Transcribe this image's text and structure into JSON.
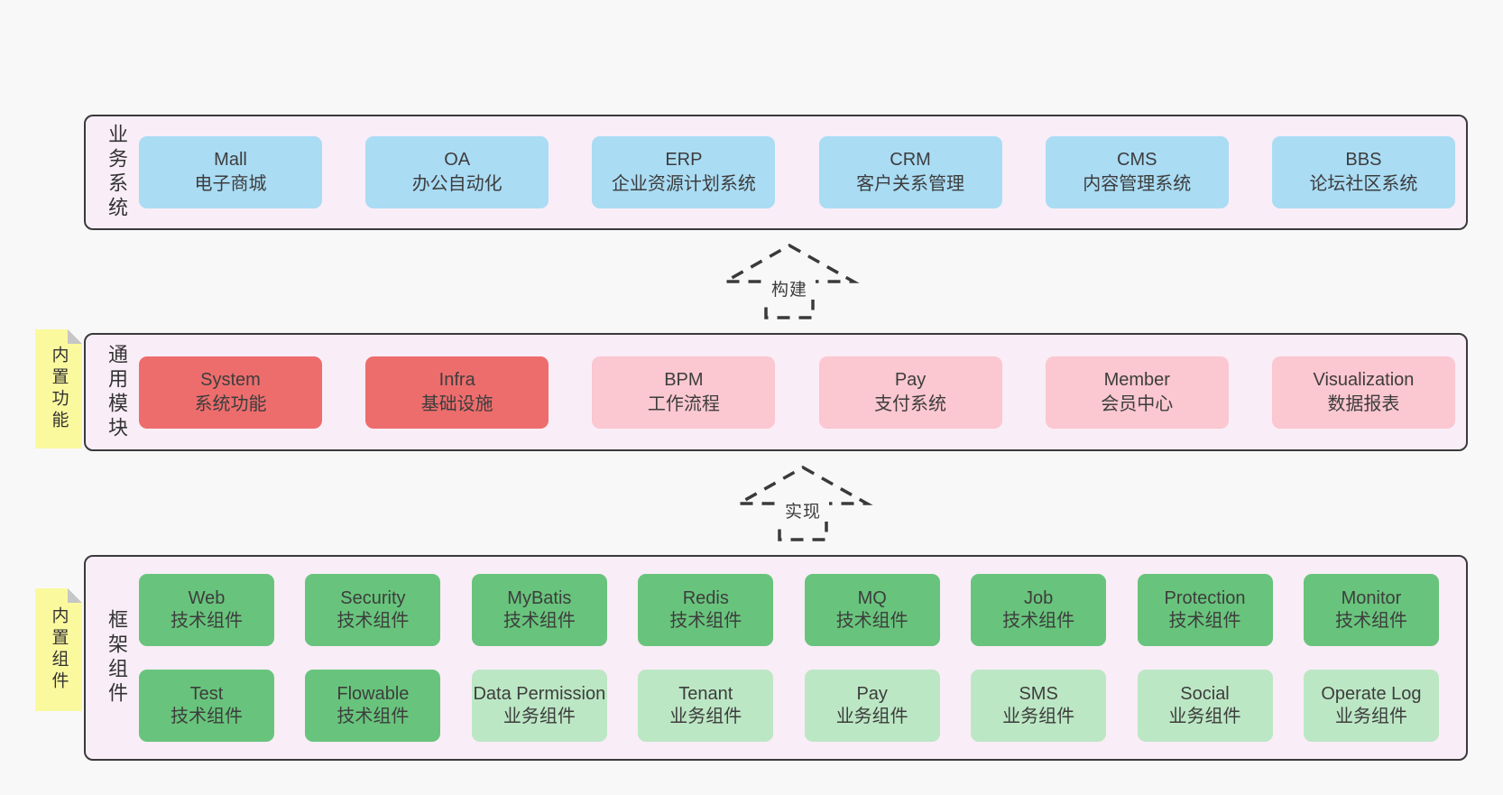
{
  "colors": {
    "page-bg": "#f8f8f8",
    "section-bg": "#f9edf7",
    "section-border": "#3a3a3a",
    "box-blue": "#aadcf4",
    "box-red": "#ed6d6d",
    "box-pink": "#fbc7d0",
    "box-green": "#68c47c",
    "box-green-light": "#bce7c4",
    "note-yellow": "#fbf99e",
    "note-fold": "#c6c6c6",
    "text": "#3d3d3d",
    "arrow": "#3a3a3a"
  },
  "sections": [
    {
      "label": "业务系统",
      "boxes": [
        {
          "title": "Mall",
          "subtitle": "电子商城",
          "type": "blue"
        },
        {
          "title": "OA",
          "subtitle": "办公自动化",
          "type": "blue"
        },
        {
          "title": "ERP",
          "subtitle": "企业资源计划系统",
          "type": "blue"
        },
        {
          "title": "CRM",
          "subtitle": "客户关系管理",
          "type": "blue"
        },
        {
          "title": "CMS",
          "subtitle": "内容管理系统",
          "type": "blue"
        },
        {
          "title": "BBS",
          "subtitle": "论坛社区系统",
          "type": "blue"
        }
      ]
    },
    {
      "label": "通用模块",
      "note": "内置功能",
      "boxes": [
        {
          "title": "System",
          "subtitle": "系统功能",
          "type": "red"
        },
        {
          "title": "Infra",
          "subtitle": "基础设施",
          "type": "red"
        },
        {
          "title": "BPM",
          "subtitle": "工作流程",
          "type": "pink"
        },
        {
          "title": "Pay",
          "subtitle": "支付系统",
          "type": "pink"
        },
        {
          "title": "Member",
          "subtitle": "会员中心",
          "type": "pink"
        },
        {
          "title": "Visualization",
          "subtitle": "数据报表",
          "type": "pink"
        }
      ]
    },
    {
      "label": "框架组件",
      "note": "内置组件",
      "rows": [
        [
          {
            "title": "Web",
            "subtitle": "技术组件",
            "type": "green"
          },
          {
            "title": "Security",
            "subtitle": "技术组件",
            "type": "green"
          },
          {
            "title": "MyBatis",
            "subtitle": "技术组件",
            "type": "green"
          },
          {
            "title": "Redis",
            "subtitle": "技术组件",
            "type": "green"
          },
          {
            "title": "MQ",
            "subtitle": "技术组件",
            "type": "green"
          },
          {
            "title": "Job",
            "subtitle": "技术组件",
            "type": "green"
          },
          {
            "title": "Protection",
            "subtitle": "技术组件",
            "type": "green"
          },
          {
            "title": "Monitor",
            "subtitle": "技术组件",
            "type": "green"
          }
        ],
        [
          {
            "title": "Test",
            "subtitle": "技术组件",
            "type": "green"
          },
          {
            "title": "Flowable",
            "subtitle": "技术组件",
            "type": "green"
          },
          {
            "title": "Data Permission",
            "subtitle": "业务组件",
            "type": "green-light"
          },
          {
            "title": "Tenant",
            "subtitle": "业务组件",
            "type": "green-light"
          },
          {
            "title": "Pay",
            "subtitle": "业务组件",
            "type": "green-light"
          },
          {
            "title": "SMS",
            "subtitle": "业务组件",
            "type": "green-light"
          },
          {
            "title": "Social",
            "subtitle": "业务组件",
            "type": "green-light"
          },
          {
            "title": "Operate Log",
            "subtitle": "业务组件",
            "type": "green-light"
          }
        ]
      ]
    }
  ],
  "arrows": [
    {
      "label": "构建"
    },
    {
      "label": "实现"
    }
  ]
}
